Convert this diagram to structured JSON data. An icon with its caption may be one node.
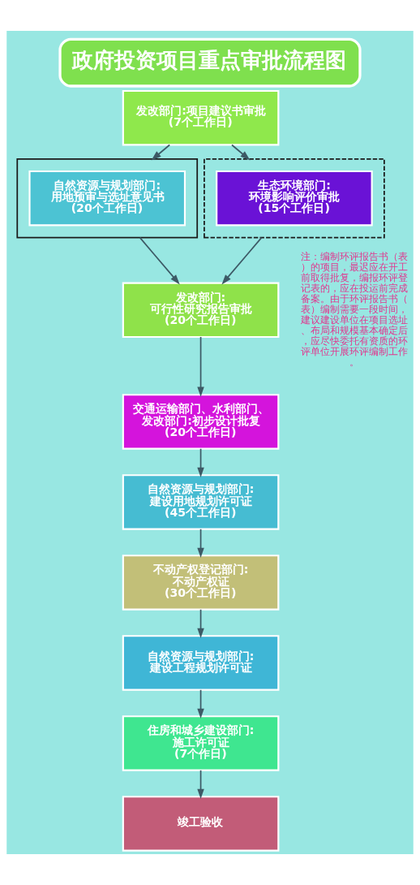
{
  "diagram": {
    "title": "政府投资项目重点审批流程图",
    "nodes": [
      {
        "text": [
          "发改部门:项目建议书审批",
          "(7个工作日)"
        ]
      },
      {
        "text": [],
        "shape": "box"
      },
      {
        "text": [
          "自然资源与规划部门:用地预审与选址意见书",
          "(20个工作日)"
        ],
        "in": 1
      },
      {
        "text": [],
        "shape": "box"
      },
      {
        "text": [
          "生态环境部门:环境影响评价审批",
          "(15个工作日)"
        ],
        "in": 3
      },
      {
        "text": [
          "发改部门:可行性研究报告审批",
          "(20个工作日)"
        ]
      },
      {
        "text": [
          "交通运输部门、水利部门、发改部门:初步设计批复",
          "(20个工作日)"
        ]
      },
      {
        "text": [
          "自然资源与规划部门:建设用地规划许可证",
          "(45个工作日)"
        ]
      },
      {
        "text": [
          "不动产权登记部门:不动产权证",
          "(30个工作日)"
        ]
      },
      {
        "text": [
          "自然资源与规划部门:建设工程规划许可证"
        ]
      },
      {
        "text": [
          "住房和城乡建设部门:施工许可证",
          "(7个作日)"
        ]
      },
      {
        "text": [
          "竣工验收"
        ]
      }
    ],
    "edges": [
      {
        "from": 0,
        "to": 1,
        "arrow": "to"
      },
      {
        "from": 0,
        "to": 3,
        "arrow": "to"
      },
      {
        "from": 1,
        "to": 5,
        "arrow": "to"
      },
      {
        "from": 3,
        "to": 5,
        "arrow": "to"
      },
      {
        "from": 5,
        "to": 6,
        "arrow": "to"
      },
      {
        "from": 6,
        "to": 7,
        "arrow": "to"
      },
      {
        "from": 7,
        "to": 8,
        "arrow": "to"
      },
      {
        "from": 8,
        "to": 9,
        "arrow": "to"
      },
      {
        "from": 9,
        "to": 10,
        "arrow": "to"
      },
      {
        "from": 10,
        "to": 11,
        "arrow": "to"
      }
    ],
    "labels": [
      "注：编制环评报告书（表）的项目，最迟应在开工前取得批复，编报环评登记表的，应在投运前完成备案。由于环评报告书（表）编制需要一段时间，建议建设单位在项目选址、布局和规模基本确定后，应尽快委托有资质的环评单位开展环评编制工作。"
    ]
  }
}
